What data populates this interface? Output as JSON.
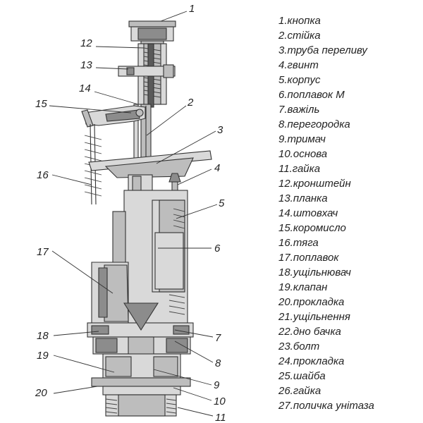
{
  "callouts": [
    "1",
    "2",
    "3",
    "4",
    "5",
    "6",
    "7",
    "8",
    "9",
    "10",
    "11",
    "12",
    "13",
    "14",
    "15",
    "16",
    "17",
    "18",
    "19",
    "20"
  ],
  "legend": [
    "1.кнопка",
    "2.стійка",
    "3.труба переливу",
    "4.гвинт",
    "5.корпус",
    "6.поплавок М",
    "7.важіль",
    "8.перегородка",
    "9.тримач",
    "10.основа",
    "11.гайка",
    "12.кронштейн",
    "13.планка",
    "14.штовхач",
    "15.коромисло",
    "16.тяга",
    "17.поплавок",
    "18.ущільнювач",
    "19.клапан",
    "20.прокладка",
    "21.ущільнення",
    "22.дно бачка",
    "23.болт",
    "24.прокладка",
    "25.шайба",
    "26.гайка",
    "27.поличка унітаза"
  ]
}
